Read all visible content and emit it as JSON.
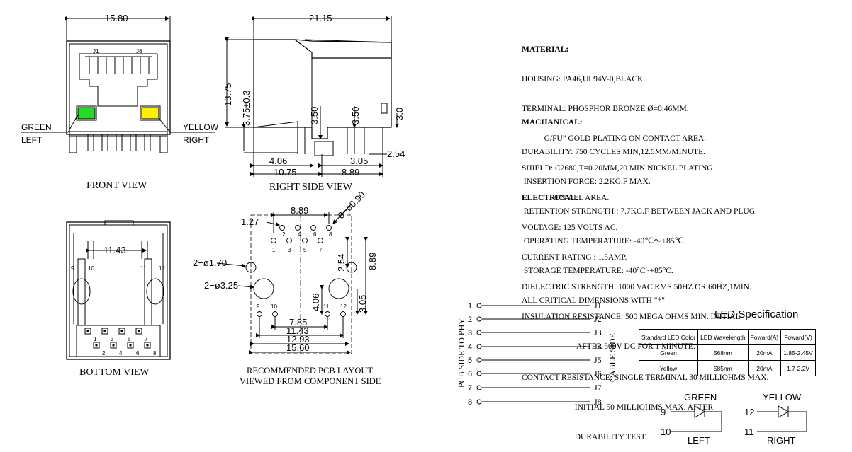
{
  "front_view": {
    "caption": "FRONT VIEW",
    "dim_width": "15.80",
    "pin_j1": "J1",
    "pin_j8": "J8",
    "led_green_label": "GREEN",
    "led_green_pos": "LEFT",
    "led_yellow_label": "YELLOW",
    "led_yellow_pos": "RIGHT",
    "led_green_color": "#22dd22",
    "led_yellow_color": "#ffee00"
  },
  "right_side_view": {
    "caption": "RIGHT SIDE VIEW",
    "dim_length": "21.15",
    "dim_height": "13.75",
    "dim_375": "3.75±0.3",
    "dim_350a": "3.50",
    "dim_350b": "3.50",
    "dim_30": "3.0",
    "dim_406": "4.06",
    "dim_305": "3.05",
    "dim_1075": "10.75",
    "dim_889": "8.89",
    "dim_254": "2.54"
  },
  "bottom_view": {
    "caption": "BOTTOM VIEW",
    "dim_1143": "11.43",
    "pin9": "9",
    "pin10": "10",
    "pin11": "11",
    "pin12": "12",
    "pins_top": [
      "1",
      "3",
      "5",
      "7"
    ],
    "pins_bottom": [
      "2",
      "4",
      "6",
      "8"
    ]
  },
  "pcb_layout": {
    "caption1": "RECOMMENDED PCB LAYOUT",
    "caption2": "VIEWED FROM COMPONENT SIDE",
    "dim_127": "1.27",
    "dim_889": "8.89",
    "dim_hole090": "8−ø0.90",
    "dim_hole170": "2−ø1.70",
    "dim_hole325": "2−ø3.25",
    "dim_254": "2.54",
    "dim_889v": "8.89",
    "dim_406": "4.06",
    "dim_305": "3.05",
    "dim_785": "7.85",
    "dim_1143": "11.43",
    "dim_1293": "12.93",
    "dim_1560": "15.60",
    "pins_upper": [
      "2",
      "4",
      "6",
      "8"
    ],
    "pins_lower": [
      "1",
      "3",
      "5",
      "7"
    ],
    "led_pins": [
      "9",
      "10",
      "11",
      "12"
    ]
  },
  "material": {
    "title": "MATERIAL:",
    "lines": [
      "HOUSING: PA46,UL94V-0,BLACK.",
      "TERMINAL: PHOSPHOR BRONZE Ø=0.46MM.",
      "           G/FU\" GOLD PLATING ON CONTACT AREA.",
      "SHIELD: C2680,T=0.20MM,20 MIN NICKEL PLATING",
      "                ON ALL AREA."
    ]
  },
  "mechanical": {
    "title": "MACHANICAL:",
    "lines": [
      "DURABILITY: 750 CYCLES MIN,12.5MM/MINUTE.",
      " INSERTION FORCE: 2.2KG.F MAX.",
      " RETENTION STRENGTH : 7.7KG.F BETWEEN JACK AND PLUG.",
      " OPERATING TEMPERATURE: -40℃～+85℃.",
      " STORAGE TEMPERATURE: -40°C~+85°C.",
      "ALL CRITICAL DIMENSIONS WITH \"*\""
    ]
  },
  "electrical": {
    "title": "ELECTRICAL:",
    "lines": [
      "VOLTAGE: 125 VOLTS AC.",
      "CURRENT RATING : 1.5AMP.",
      "DIELECTRIC STRENGTH: 1000 VAC RMS 50HZ OR 60HZ,1MIN.",
      "INSULATION RESISTANCE: 500 MEGA OHMS MIN. INITIAL",
      "                           AFTER 500V DC FOR 1 MINUTE.",
      "CONTACT RESISTANCE: SINGLE TERMINAL 30 MILLIOHMS MAX.",
      "                          INITIAL 50 MILLIOHMS MAX. AFTER",
      "                          DURABILITY TEST."
    ]
  },
  "wiring": {
    "left_label": "PCB SIDE TO PHY",
    "right_label": "CABLE SIDE",
    "pins": [
      "1",
      "2",
      "3",
      "4",
      "5",
      "6",
      "7",
      "8"
    ],
    "jacks": [
      "J1",
      "J2",
      "J3",
      "J4",
      "J5",
      "J6",
      "J7",
      "J8"
    ]
  },
  "led_spec": {
    "title": "LED Specification",
    "headers": [
      "Standard LED Color",
      "LED Wavelength",
      "Foward(A)",
      "Foward(V)"
    ],
    "rows": [
      [
        "Green",
        "568nm",
        "20mA",
        "1.85-2.45V"
      ],
      [
        "Yellow",
        "585nm",
        "20mA",
        "1.7-2.2V"
      ]
    ]
  },
  "led_schematic": {
    "green_label": "GREEN",
    "green_pos": "LEFT",
    "green_pin_a": "9",
    "green_pin_b": "10",
    "yellow_label": "YELLOW",
    "yellow_pos": "RIGHT",
    "yellow_pin_a": "12",
    "yellow_pin_b": "11"
  }
}
